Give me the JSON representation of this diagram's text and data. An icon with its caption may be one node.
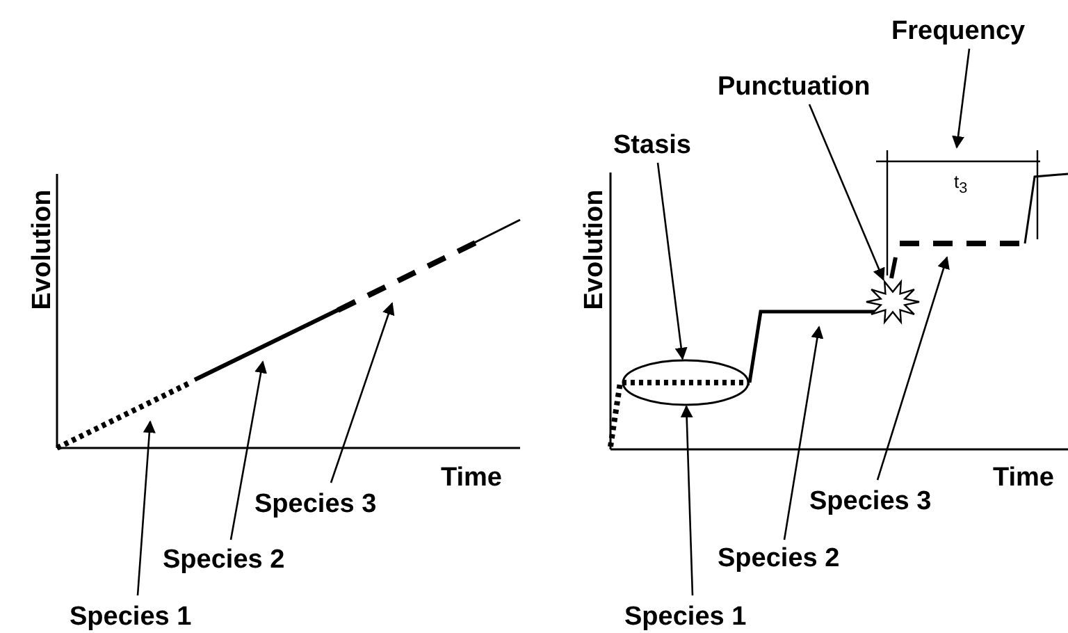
{
  "diagram": {
    "nodes": [
      {
        "text": [
          "Species 1"
        ]
      },
      {
        "text": [
          "Species 2"
        ]
      },
      {
        "text": [
          "Species 3"
        ]
      },
      {
        "text": [
          "Stasis"
        ]
      },
      {
        "text": [],
        "shape": "ellipse"
      },
      {
        "text": [
          "Punctuation"
        ]
      },
      {
        "text": [],
        "shape": "starburst"
      },
      {
        "text": [
          "Frequency"
        ]
      },
      {
        "text": [
          "Species 1"
        ]
      },
      {
        "text": [
          "Species 2"
        ]
      },
      {
        "text": [
          "Species 3"
        ]
      }
    ],
    "edges": [
      {
        "from": 0,
        "to": null,
        "arrow": "to"
      },
      {
        "from": 1,
        "to": null,
        "arrow": "to"
      },
      {
        "from": 2,
        "to": null,
        "arrow": "to"
      },
      {
        "from": 3,
        "to": 4,
        "arrow": "to"
      },
      {
        "from": 5,
        "to": 6,
        "arrow": "to"
      },
      {
        "from": 7,
        "to": null,
        "arrow": "to"
      },
      {
        "from": 8,
        "to": 4,
        "arrow": "to"
      },
      {
        "from": 9,
        "to": null,
        "arrow": "to"
      },
      {
        "from": 10,
        "to": null,
        "arrow": "to"
      }
    ],
    "labels": [
      "Evolution",
      "Time",
      "Evolution",
      "Time",
      "t$_{3}$"
    ]
  }
}
